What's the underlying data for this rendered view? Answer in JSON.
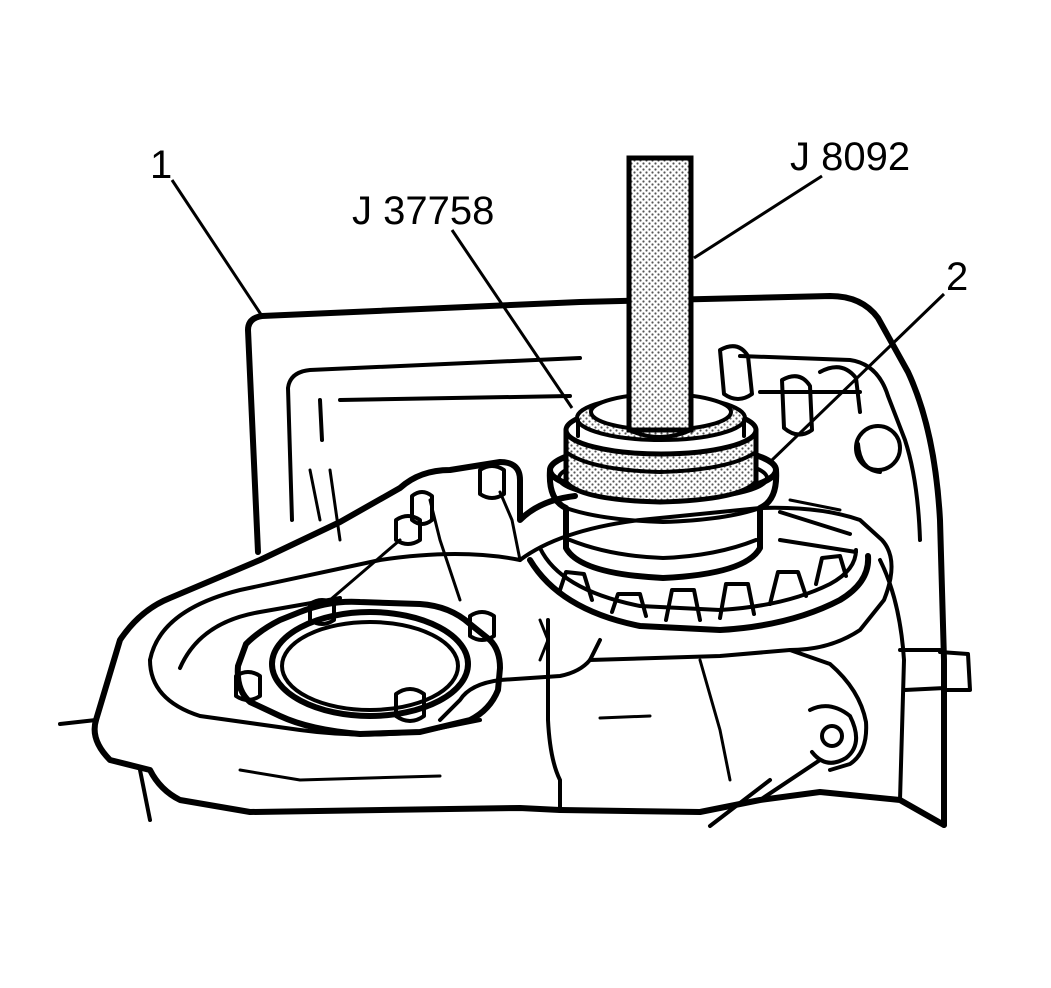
{
  "callouts": {
    "item_1": "1",
    "item_2": "2",
    "tool_installer": "J 37758",
    "tool_handle": "J 8092"
  },
  "colors": {
    "ink": "#000000",
    "paper": "#ffffff",
    "stipple": "#9a9a9a"
  }
}
